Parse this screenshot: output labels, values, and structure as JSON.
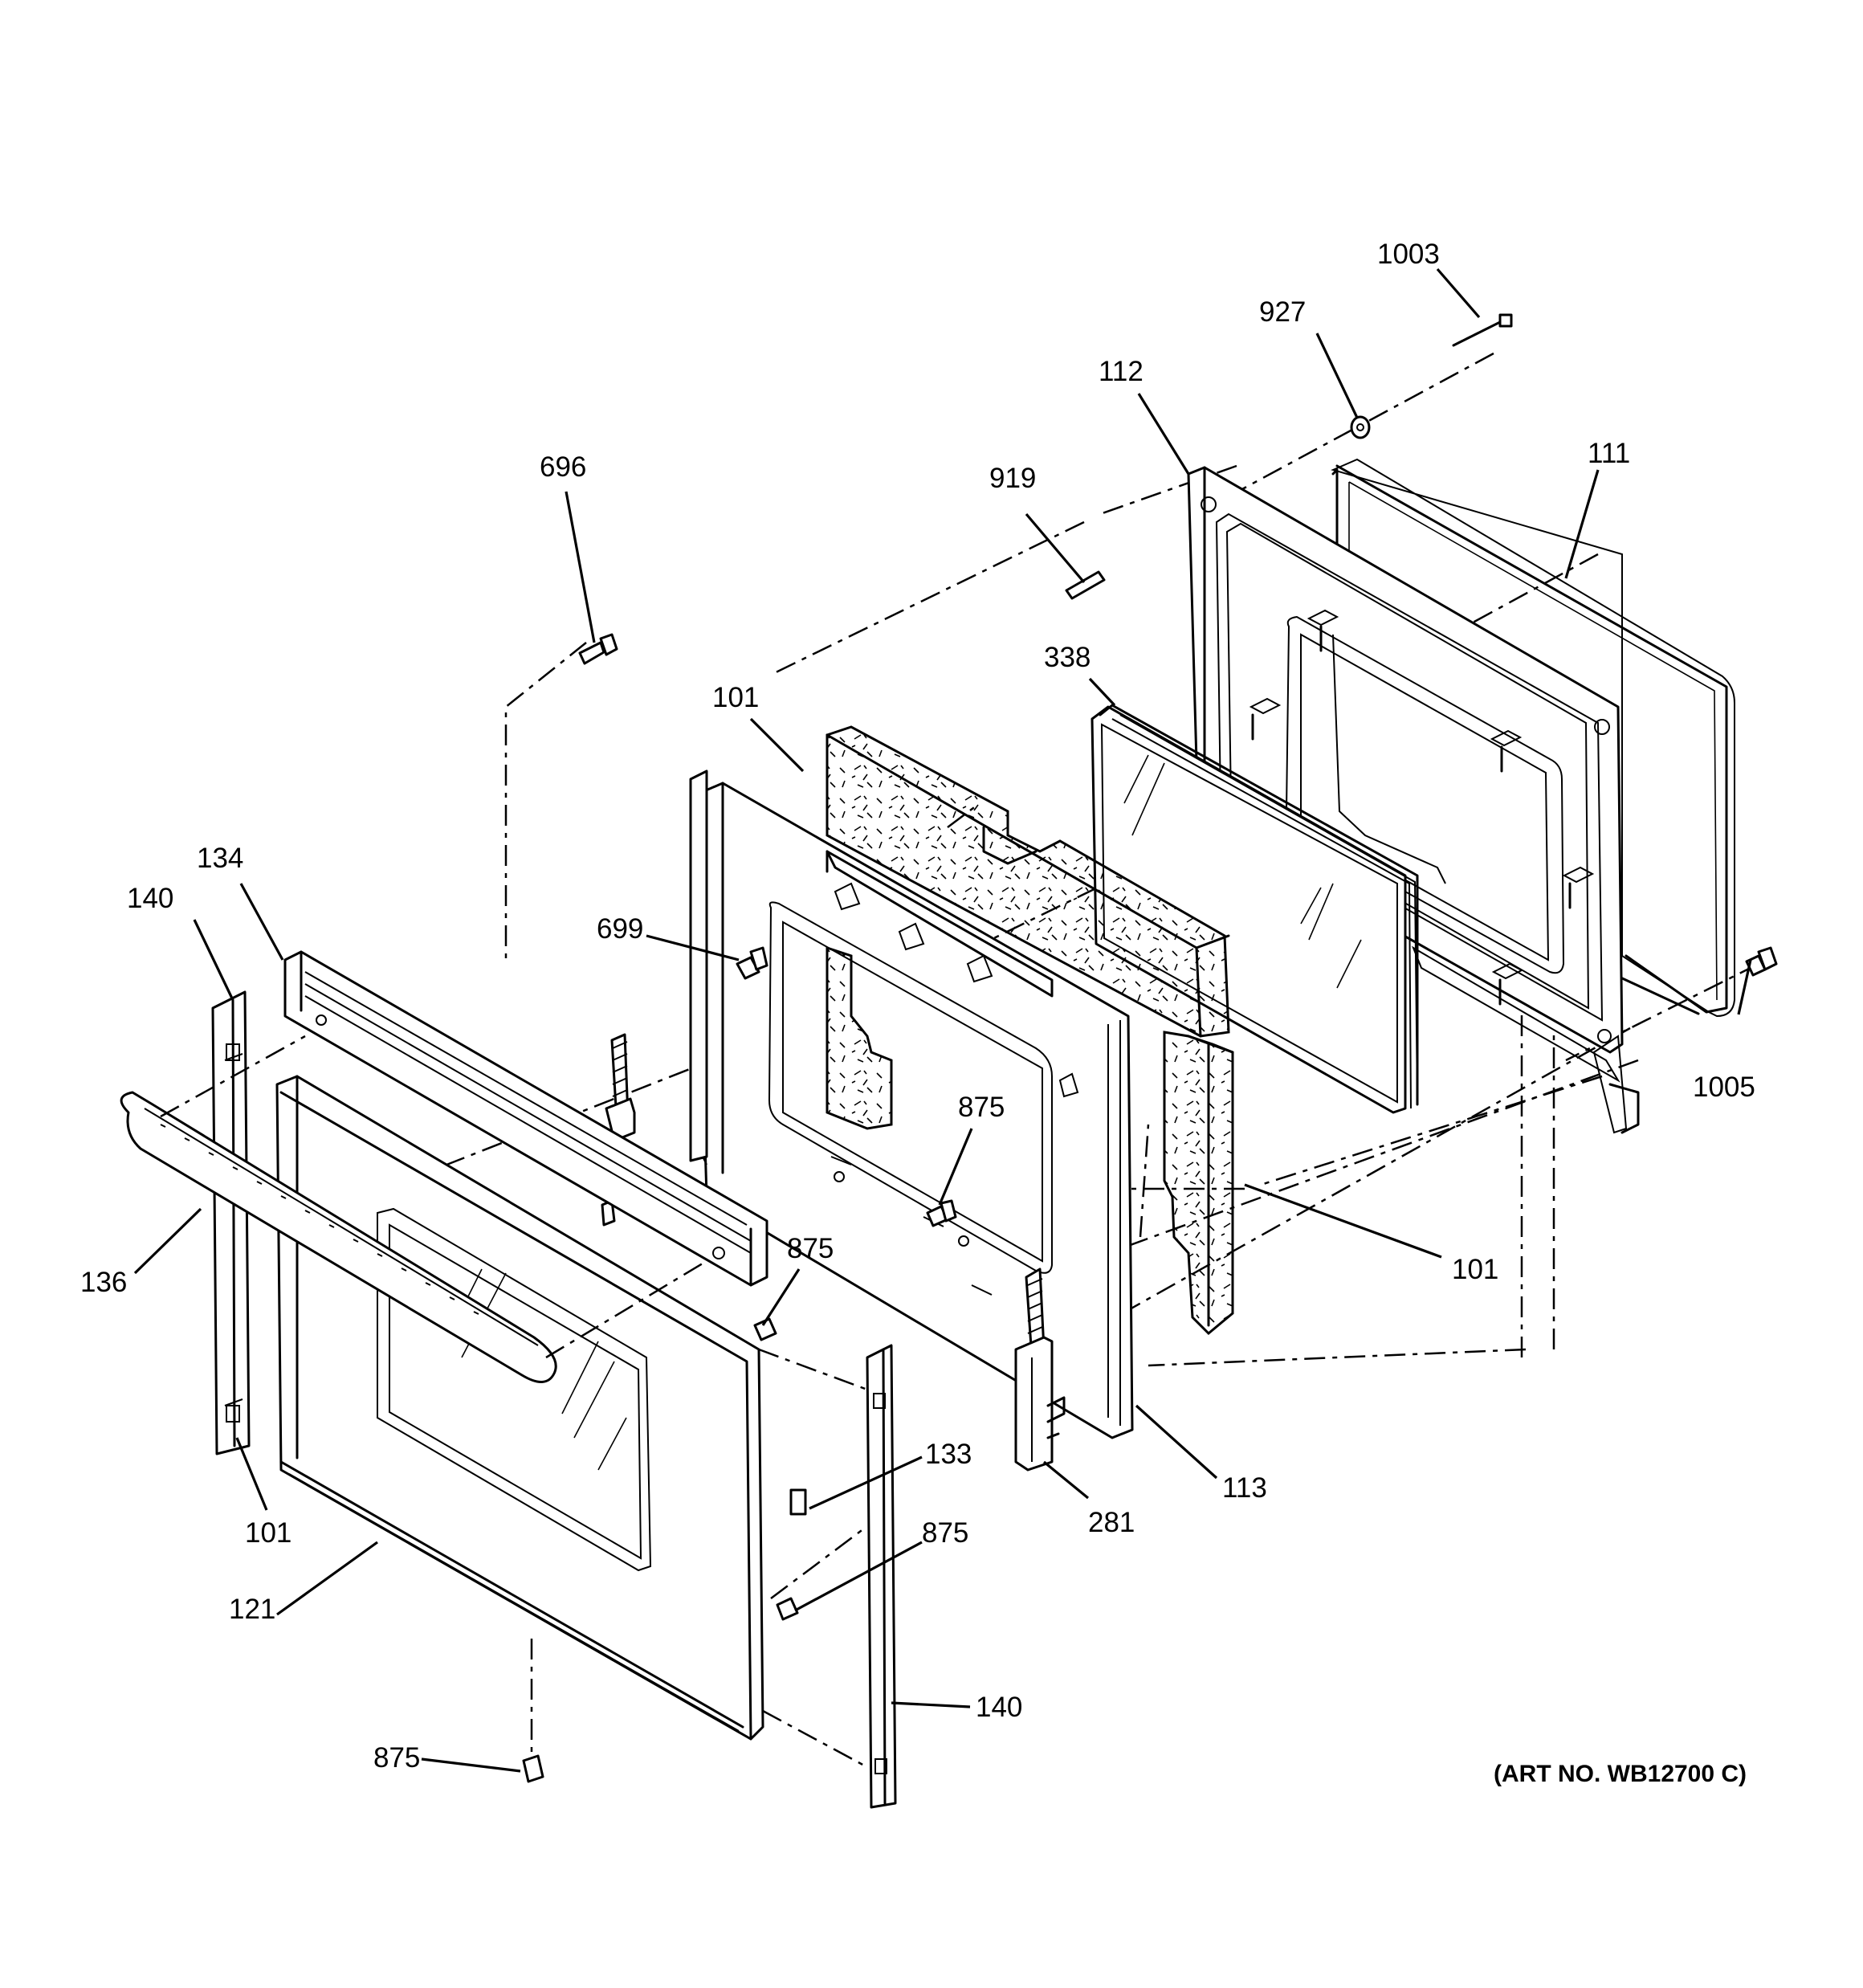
{
  "diagram_type": "exploded parts diagram",
  "art_number": "(ART NO. WB12700 C)",
  "callouts": {
    "c1003": "1003",
    "c927": "927",
    "c112": "112",
    "c111": "111",
    "c919": "919",
    "c696": "696",
    "c338": "338",
    "c101_top": "101",
    "c134": "134",
    "c140_left": "140",
    "c699": "699",
    "c875_mid": "875",
    "c875_hinge": "875",
    "c136": "136",
    "c1005": "1005",
    "c101_right": "101",
    "c133": "133",
    "c875_side": "875",
    "c101_left": "101",
    "c113": "113",
    "c281": "281",
    "c121": "121",
    "c140_right": "140",
    "c875_bottom": "875"
  }
}
